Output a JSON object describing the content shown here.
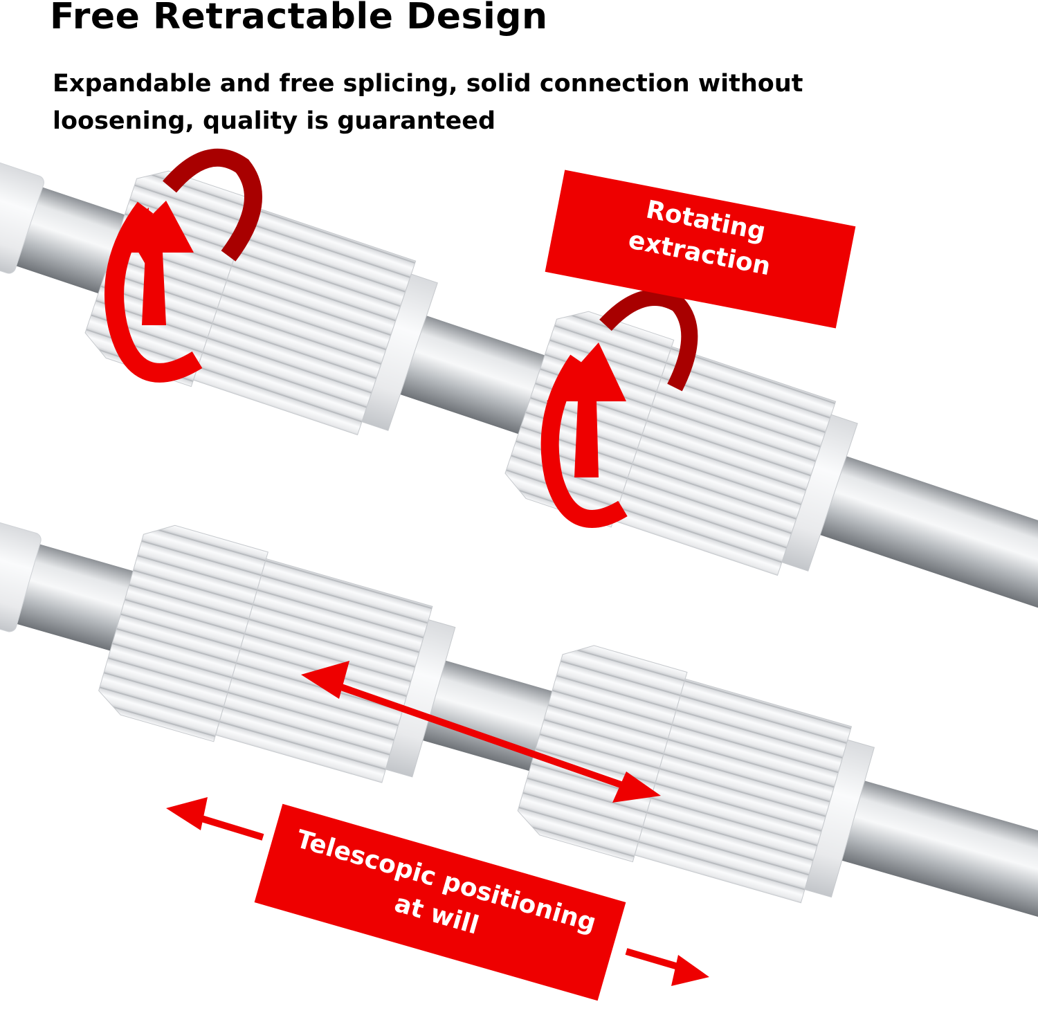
{
  "heading": {
    "title": "Free Retractable Design",
    "subtitle": "Expandable and free splicing, solid connection without loosening, quality is guaranteed"
  },
  "callouts": {
    "rotating": {
      "line1": "Rotating",
      "line2": "extraction"
    },
    "telescopic": {
      "line1": "Telescopic positioning",
      "line2": "at will"
    }
  },
  "colors": {
    "accent_red": "#ee0000",
    "dark_red": "#a80000",
    "pole_silver": "#c9ccd0",
    "collar_white": "#f2f3f5"
  }
}
